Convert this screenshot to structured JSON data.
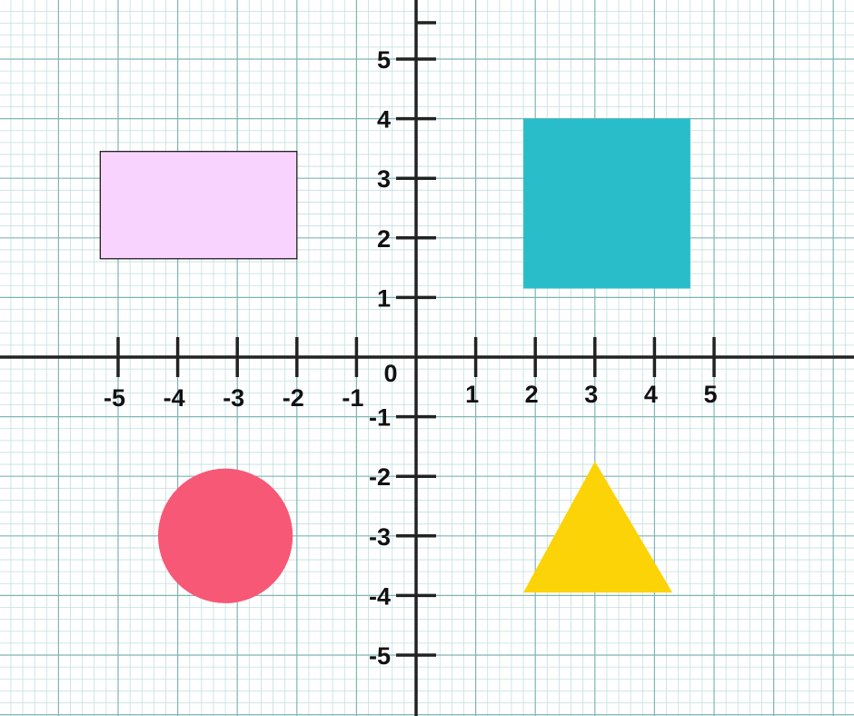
{
  "plane": {
    "x_range": [
      -7,
      7.3
    ],
    "y_range": [
      -6,
      6
    ],
    "origin_label": "0",
    "x_ticks": [
      {
        "value": -5,
        "label": "-5"
      },
      {
        "value": -4,
        "label": "-4"
      },
      {
        "value": -3,
        "label": "-3"
      },
      {
        "value": -2,
        "label": "-2"
      },
      {
        "value": -1,
        "label": "-1"
      },
      {
        "value": 1,
        "label": "1"
      },
      {
        "value": 2,
        "label": "2"
      },
      {
        "value": 3,
        "label": "3"
      },
      {
        "value": 4,
        "label": "4"
      },
      {
        "value": 5,
        "label": "5"
      }
    ],
    "y_ticks": [
      {
        "value": 5,
        "label": "5"
      },
      {
        "value": 4,
        "label": "4"
      },
      {
        "value": 3,
        "label": "3"
      },
      {
        "value": 2,
        "label": "2"
      },
      {
        "value": 1,
        "label": "1"
      },
      {
        "value": -1,
        "label": "-1"
      },
      {
        "value": -2,
        "label": "-2"
      },
      {
        "value": -3,
        "label": "-3"
      },
      {
        "value": -4,
        "label": "-4"
      },
      {
        "value": -5,
        "label": "-5"
      }
    ],
    "grid_color_major": "#7fb5b5",
    "grid_color_minor": "#c5dede",
    "axis_color": "#222222"
  },
  "shapes": [
    {
      "name": "rectangle",
      "kind": "rect",
      "x_min": -5.3,
      "x_max": -2,
      "y_min": 1.65,
      "y_max": 3.45,
      "fill": "#f7d3fd",
      "stroke": "#111111"
    },
    {
      "name": "square",
      "kind": "rect",
      "x_min": 1.8,
      "x_max": 4.6,
      "y_min": 1.15,
      "y_max": 4,
      "fill": "#28bdc9",
      "stroke": "none"
    },
    {
      "name": "circle",
      "kind": "circle",
      "cx": -3.2,
      "cy": -3,
      "r": 1.13,
      "fill": "#f75876"
    },
    {
      "name": "triangle",
      "kind": "triangle",
      "points": [
        [
          3,
          -1.75
        ],
        [
          1.8,
          -3.95
        ],
        [
          4.3,
          -3.95
        ]
      ],
      "fill": "#fcd307"
    }
  ]
}
